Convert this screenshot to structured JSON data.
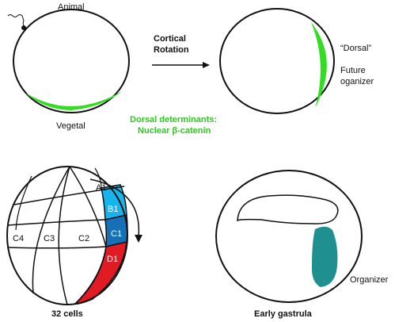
{
  "colors": {
    "dorsal_green": "#33dd22",
    "b1_blue": "#18b4ee",
    "c1_blue": "#1670b8",
    "d1_red": "#e01b24",
    "organizer_teal": "#1f8f90",
    "outline": "#111111"
  },
  "panels": {
    "animal_label": "Animal",
    "vegetal_label": "Vegetal",
    "rotation_label_line1": "Cortical",
    "rotation_label_line2": "Rotation",
    "dorsal_label": "“Dorsal”",
    "future_label_line1": "Future",
    "future_label_line2": "oganizer",
    "determinants_line1": "Dorsal determinants:",
    "determinants_line2": "Nuclear β-catenin",
    "cells": {
      "a1": "A1",
      "b1": "B1",
      "c1": "C1",
      "d1": "D1",
      "c2": "C2",
      "c3": "C3",
      "c4": "C4"
    },
    "caption_32": "32 cells",
    "organizer_label": "Organizer",
    "caption_gastrula": "Early gastrula"
  }
}
